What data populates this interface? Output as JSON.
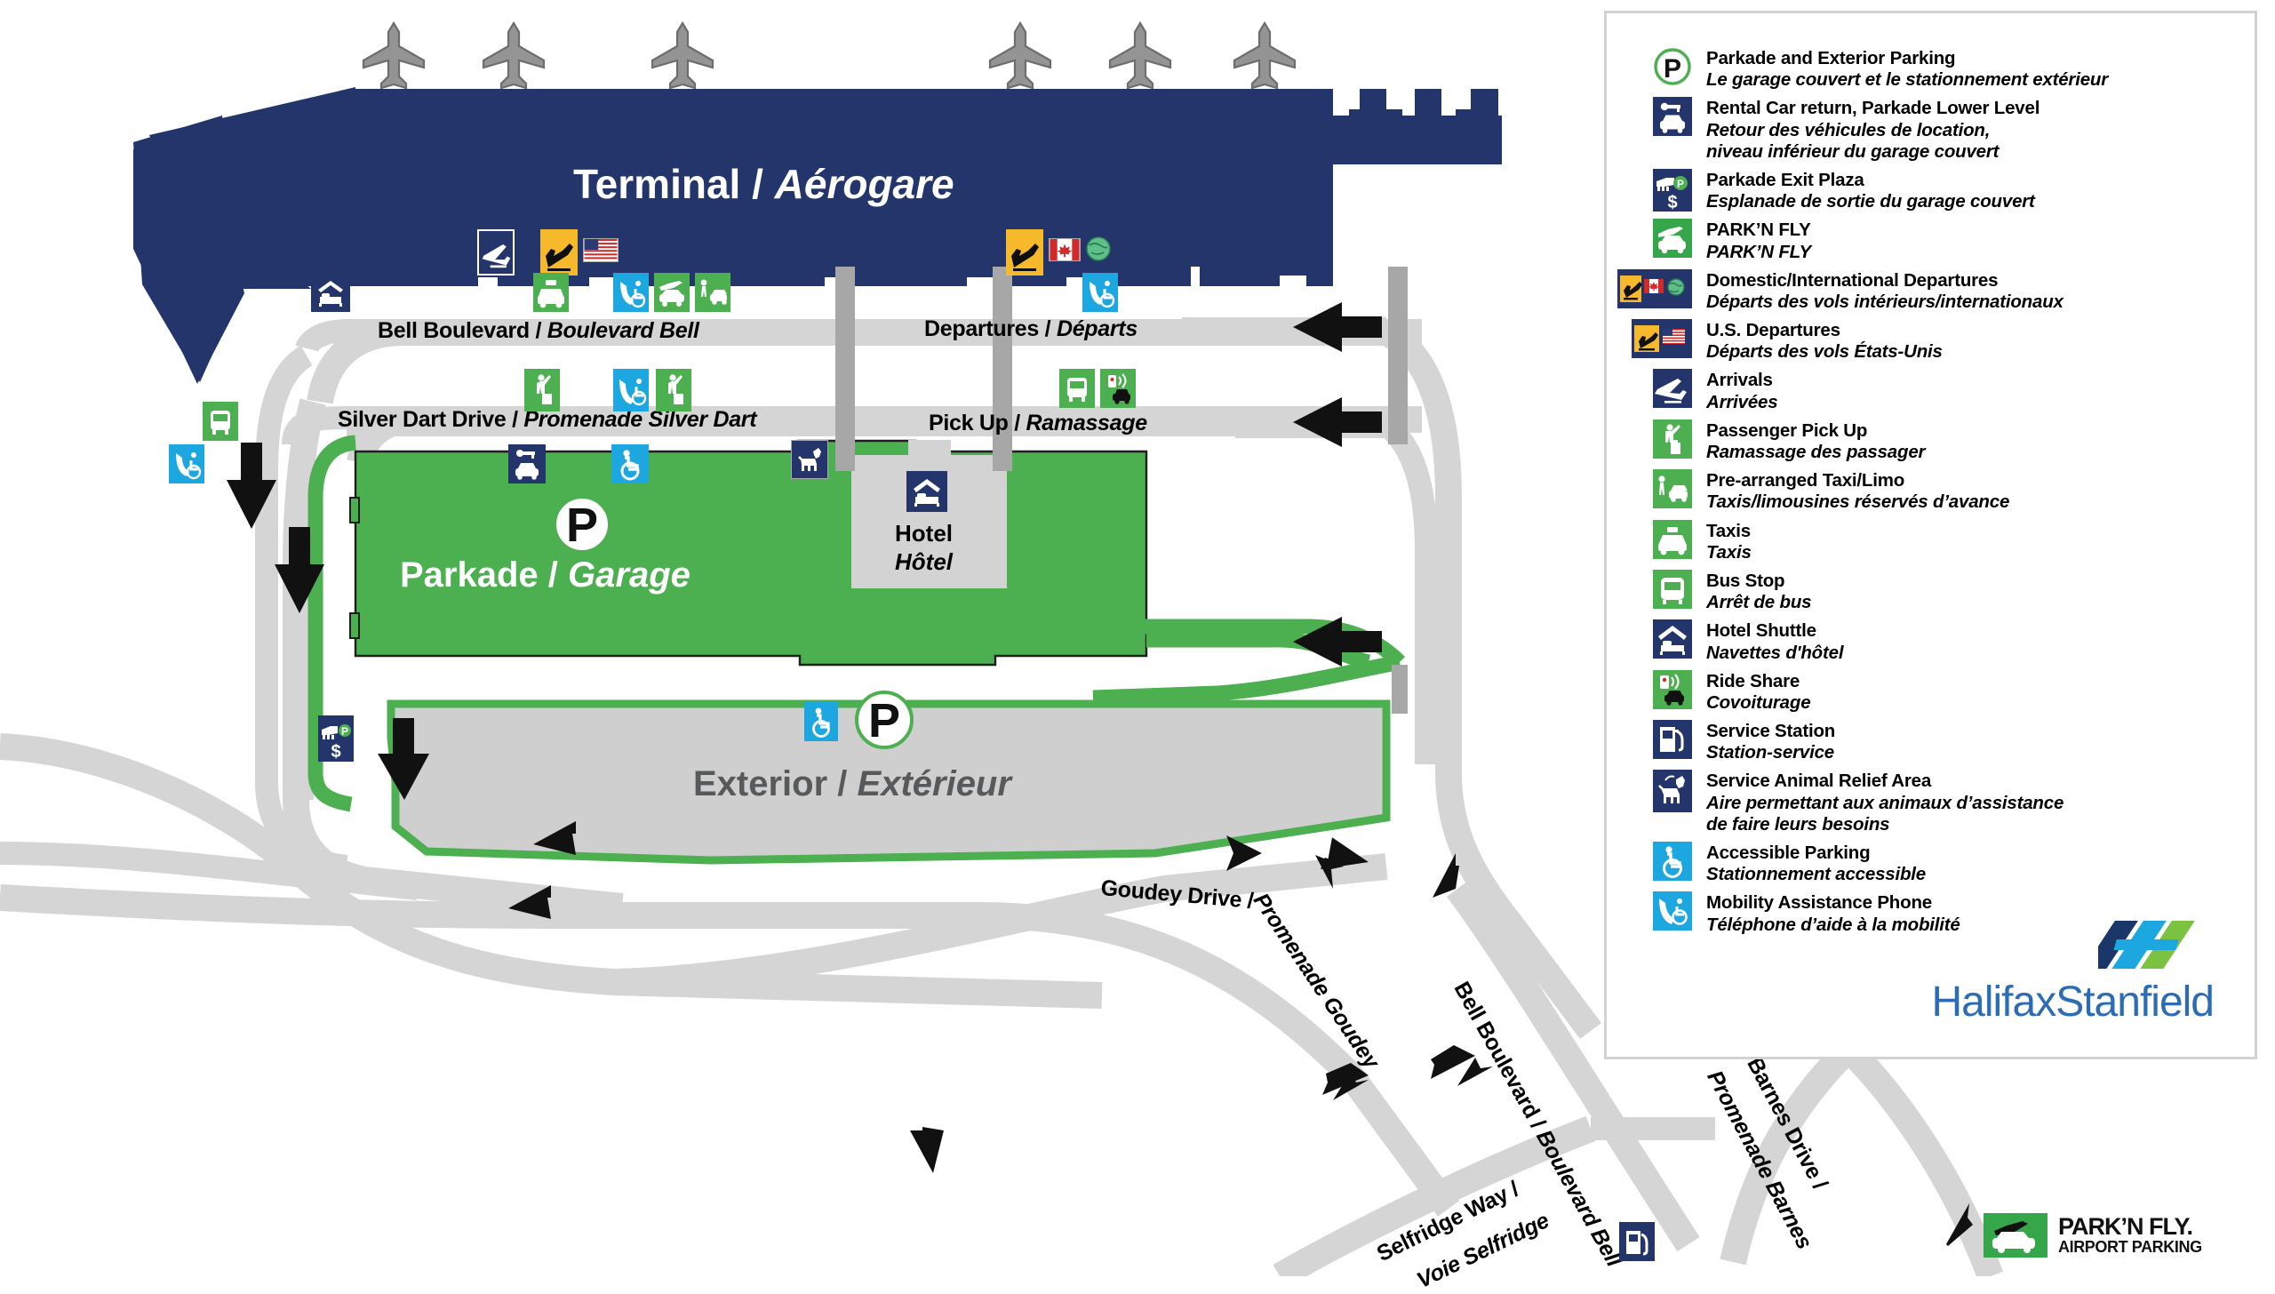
{
  "map": {
    "terminal_label": {
      "en": "Terminal",
      "sep": " / ",
      "fr": "Aérogare"
    },
    "parkade_label": {
      "en": "Parkade",
      "sep": " / ",
      "fr": "Garage"
    },
    "exterior_label": {
      "en": "Exterior",
      "sep": " / ",
      "fr": "Extérieur"
    },
    "hotel_label": {
      "en": "Hotel",
      "fr": "Hôtel"
    },
    "roads": [
      {
        "id": "bell-boulevard-top",
        "en": "Bell Boulevard",
        "sep": " / ",
        "fr": "Boulevard Bell"
      },
      {
        "id": "departures",
        "en": "Departures",
        "sep": " / ",
        "fr": "Départs"
      },
      {
        "id": "silver-dart-drive",
        "en": "Silver Dart Drive",
        "sep": " / ",
        "fr": "Promenade Silver Dart"
      },
      {
        "id": "pick-up",
        "en": "Pick Up",
        "sep": " / ",
        "fr": "Ramassage"
      },
      {
        "id": "goudey-drive",
        "en": "Goudey Drive",
        "sep": " / ",
        "fr": "Promenade Goudey"
      },
      {
        "id": "bell-boulevard-lower",
        "en": "Bell Boulevard",
        "sep": " / ",
        "fr": "Boulevard Bell"
      },
      {
        "id": "barnes-drive",
        "en": "Barnes Drive",
        "sep": " / ",
        "fr": "Promenade Barnes"
      },
      {
        "id": "selfridge-way",
        "en": "Selfridge Way",
        "sep": " /",
        "fr": "Voie Selfridge"
      }
    ],
    "parking_symbol": "P"
  },
  "legend": {
    "items": [
      {
        "icon": "parking-circle-icon",
        "en": "Parkade and Exterior Parking",
        "fr": "Le garage couvert et le stationnement extérieur"
      },
      {
        "icon": "rental-car-return-icon",
        "en": "Rental Car return, Parkade Lower Level",
        "fr": "Retour des véhicules de location,",
        "fr2": "niveau inférieur du garage couvert"
      },
      {
        "icon": "parkade-exit-plaza-icon",
        "en": "Parkade Exit Plaza",
        "fr": "Esplanade de sortie du garage couvert"
      },
      {
        "icon": "park-n-fly-icon",
        "en": "PARK’N FLY",
        "fr": "PARK’N FLY"
      },
      {
        "icon": "domestic-international-departures-icon",
        "en": "Domestic/International Departures",
        "fr": "Départs des vols intérieurs/internationaux"
      },
      {
        "icon": "us-departures-icon",
        "en": "U.S. Departures",
        "fr": "Départs des vols États-Unis"
      },
      {
        "icon": "arrivals-icon",
        "en": "Arrivals",
        "fr": "Arrivées"
      },
      {
        "icon": "passenger-pick-up-icon",
        "en": "Passenger Pick Up",
        "fr": "Ramassage des passager"
      },
      {
        "icon": "pre-arranged-taxi-limo-icon",
        "en": "Pre-arranged Taxi/Limo",
        "fr": "Taxis/limousines réservés d’avance"
      },
      {
        "icon": "taxis-icon",
        "en": "Taxis",
        "fr": "Taxis"
      },
      {
        "icon": "bus-stop-icon",
        "en": "Bus Stop",
        "fr": "Arrêt de bus"
      },
      {
        "icon": "hotel-shuttle-icon",
        "en": "Hotel Shuttle",
        "fr": "Navettes d'hôtel"
      },
      {
        "icon": "ride-share-icon",
        "en": "Ride Share",
        "fr": "Covoiturage"
      },
      {
        "icon": "service-station-icon",
        "en": "Service Station",
        "fr": "Station-service"
      },
      {
        "icon": "service-animal-relief-area-icon",
        "en": "Service Animal Relief Area",
        "fr": "Aire permettant aux animaux d’assistance",
        "fr2": "de faire leurs besoins"
      },
      {
        "icon": "accessible-parking-icon",
        "en": "Accessible Parking",
        "fr": "Stationnement accessible"
      },
      {
        "icon": "mobility-assistance-phone-icon",
        "en": "Mobility Assistance Phone",
        "fr": "Téléphone d’aide à la mobilité"
      }
    ],
    "brand": {
      "name": "HalifaxStanfield"
    }
  },
  "park_n_fly_logo": {
    "line1": "PARK’N FLY.",
    "line2": "AIRPORT PARKING"
  },
  "colors": {
    "navy": "#23356b",
    "green": "#4caf50",
    "green_dark": "#3faa4b",
    "road_gray": "#d5d5d5",
    "exterior_gray": "#cfcfcf",
    "cyan": "#1ca7e0",
    "yellow": "#f6b92b",
    "plane_gray": "#949494",
    "brand_blue": "#2b6cb5",
    "brand_navy": "#1b3668",
    "brand_green": "#7cc242"
  }
}
